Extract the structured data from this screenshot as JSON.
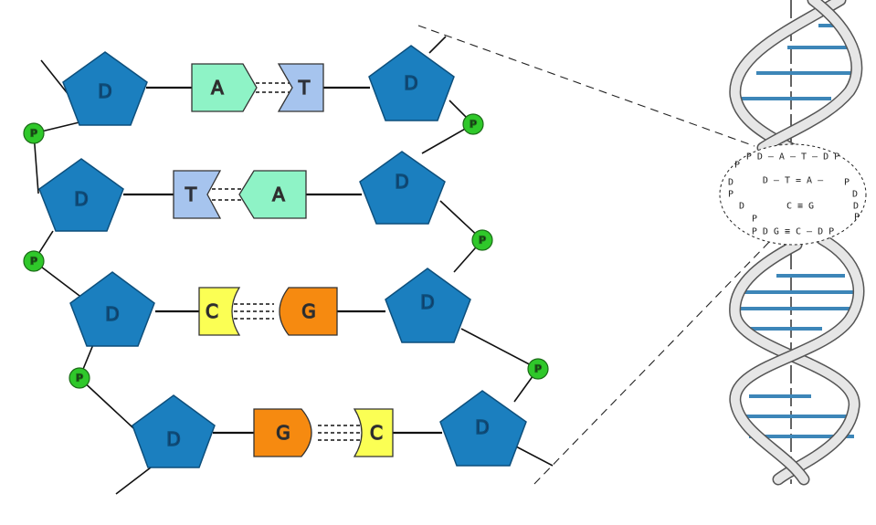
{
  "labels": {
    "sugar": "D",
    "phosphate": "P",
    "adenine": "A",
    "thymine": "T",
    "cytosine": "C",
    "guanine": "G"
  },
  "base_pairs": [
    {
      "left": "A",
      "right": "T",
      "bonds": 2
    },
    {
      "left": "T",
      "right": "A",
      "bonds": 2
    },
    {
      "left": "C",
      "right": "G",
      "bonds": 3
    },
    {
      "left": "G",
      "right": "C",
      "bonds": 3
    }
  ],
  "sketch": {
    "row1": "P D — A — T — D P",
    "row2a": "D — T = A —",
    "row2b": "P",
    "row2c": "D",
    "row3a": "D",
    "row3b": "C ≡ G",
    "row3c": "D",
    "row4": "P D G ≡ C — D P",
    "side_p": "P"
  },
  "colors": {
    "sugar": "#1b7fbf",
    "phosphate": "#2fc82a",
    "adenine": "#8ef3c6",
    "thymine": "#a6c4ee",
    "cytosine": "#fbff54",
    "guanine": "#f68a10",
    "helix_rung": "#3d86b8"
  }
}
